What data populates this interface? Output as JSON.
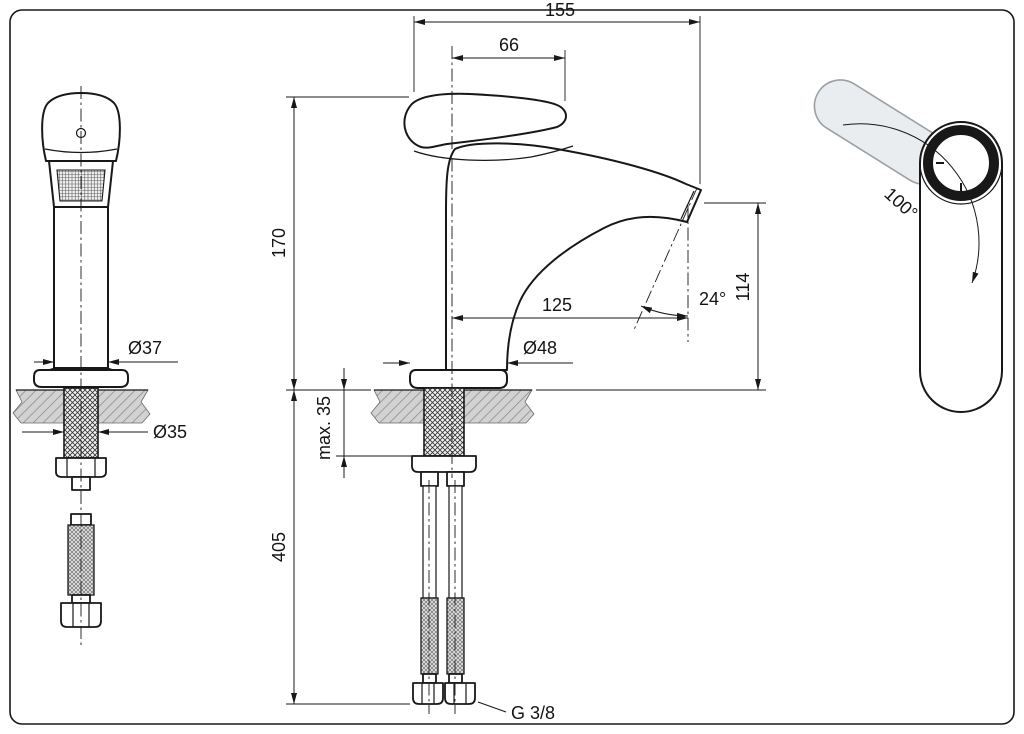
{
  "sheet": {
    "background": "#ffffff",
    "border_color": "#181818"
  },
  "dimensions": {
    "overall_width": "155",
    "handle_length": "66",
    "height_to_deck": "170",
    "spout_reach": "125",
    "spout_angle": "24°",
    "spout_height": "114",
    "base_diameter": "Ø48",
    "body_diameter": "Ø37",
    "shank_diameter": "Ø35",
    "max_deck_thickness": "max. 35",
    "hose_length": "405",
    "handle_swivel_angle": "100°",
    "connection_thread": "G 3/8"
  },
  "colors": {
    "line": "#181818",
    "deck_fill": "#d2d2d2",
    "ghost_handle_fill": "#e9edef"
  }
}
